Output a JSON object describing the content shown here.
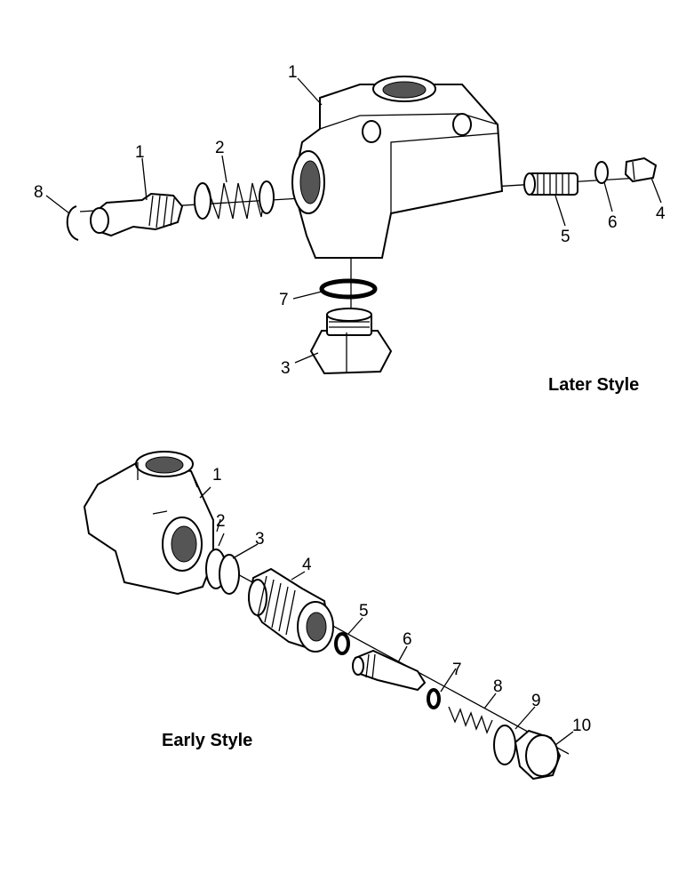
{
  "later_style": {
    "caption": "Later Style",
    "callouts": [
      "1",
      "1",
      "2",
      "8",
      "5",
      "6",
      "4",
      "7",
      "3"
    ]
  },
  "early_style": {
    "caption": "Early Style",
    "callouts": [
      "1",
      "2",
      "3",
      "4",
      "5",
      "6",
      "7",
      "8",
      "9",
      "10"
    ]
  }
}
